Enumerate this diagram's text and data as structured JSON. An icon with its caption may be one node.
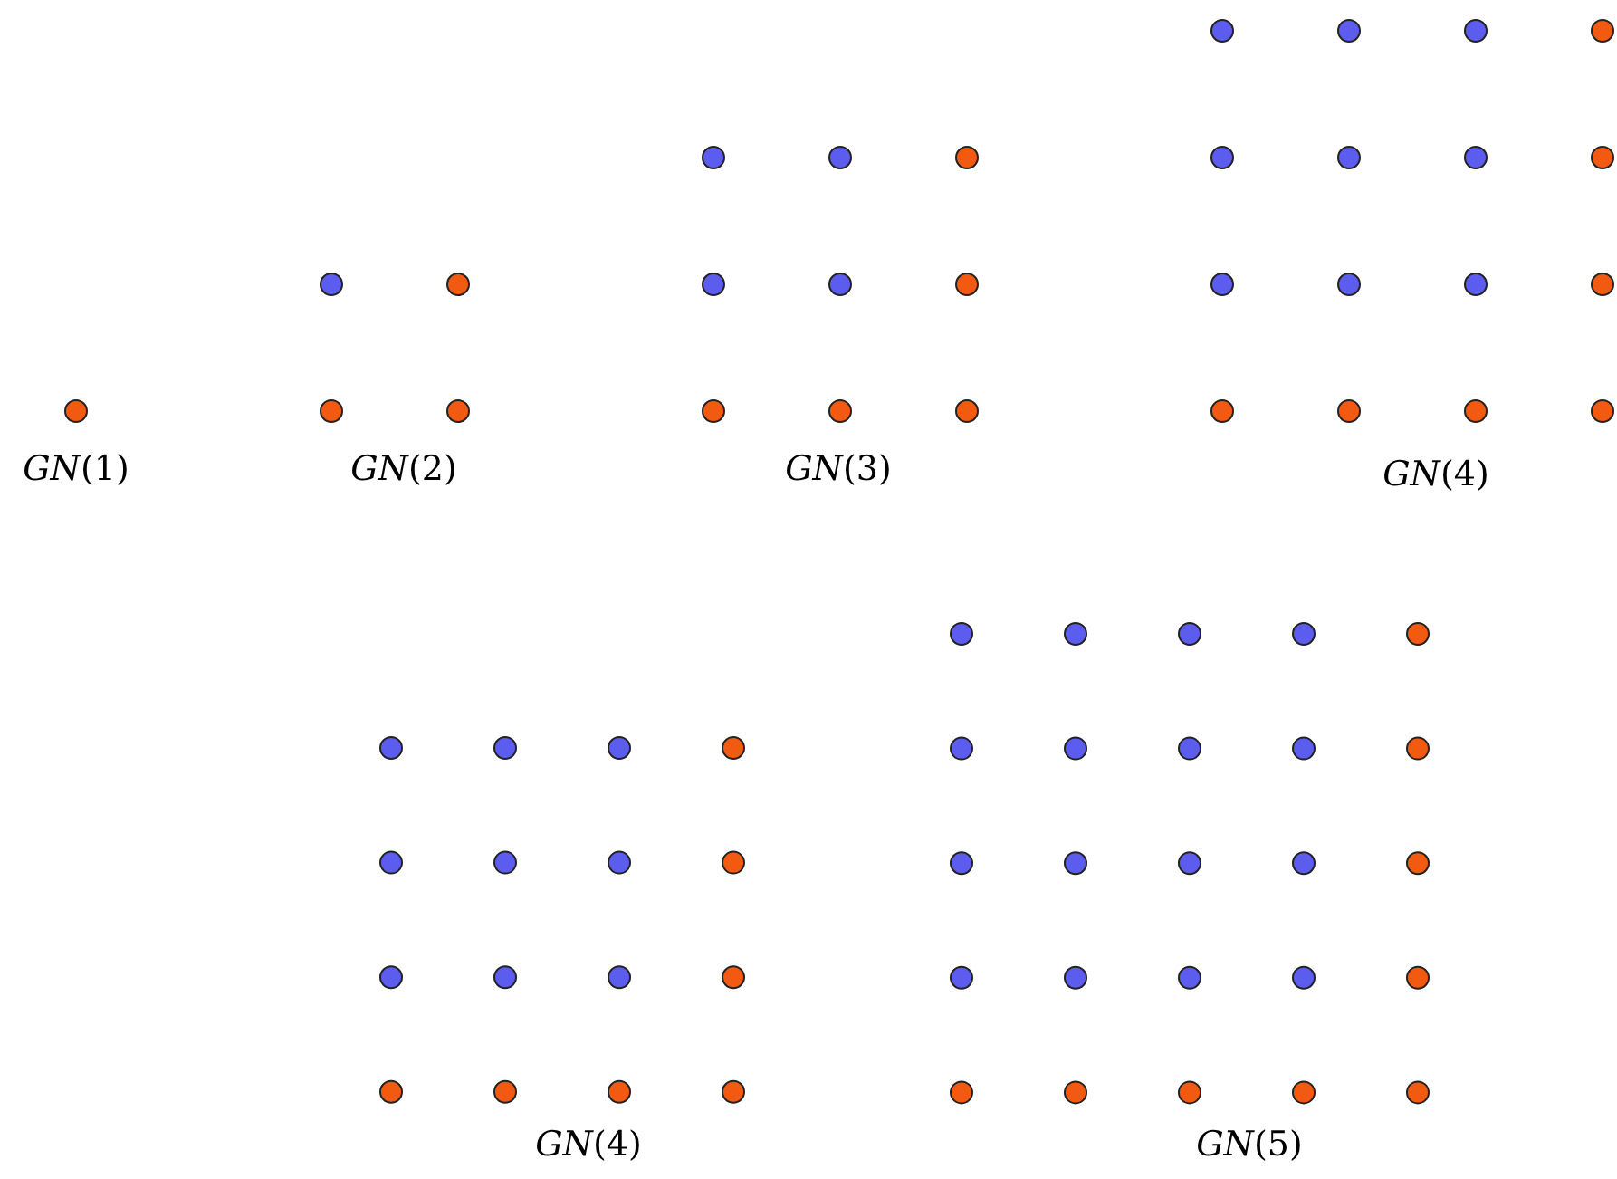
{
  "diagram": {
    "labels": [
      "*GN*(1)",
      "*GN*(2)",
      "*GN*(3)",
      "*GN*(4)",
      "*GN*(4)",
      "*GN*(5)"
    ]
  }
}
